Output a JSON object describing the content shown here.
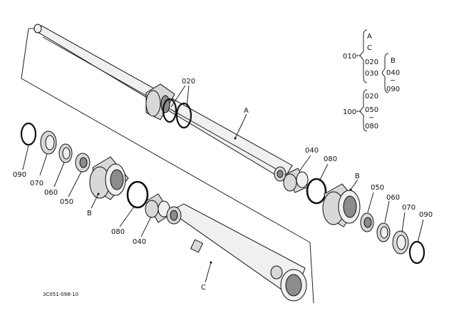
{
  "labels": {
    "l020_top": "020",
    "lA_rod": "A",
    "l090_left": "090",
    "l070_left": "070",
    "l060_left": "060",
    "l050_left": "050",
    "lB_left": "B",
    "l080_left": "080",
    "l040_left": "040",
    "lC_tube": "C",
    "l040_right": "040",
    "l080_right": "080",
    "lB_right": "B",
    "l050_right": "050",
    "l060_right": "060",
    "l070_right": "070",
    "l090_right": "090",
    "figure_code": "3C051-098-10"
  },
  "kit_legend": {
    "k010": "010",
    "kA": "A",
    "kC": "C",
    "k020a": "020",
    "k030": "030",
    "kB": "B",
    "k040": "040",
    "ktilde1": "~",
    "k090a": "090",
    "k100": "100",
    "k020b": "020",
    "k050": "050",
    "ktilde2": "~",
    "k080": "080"
  }
}
